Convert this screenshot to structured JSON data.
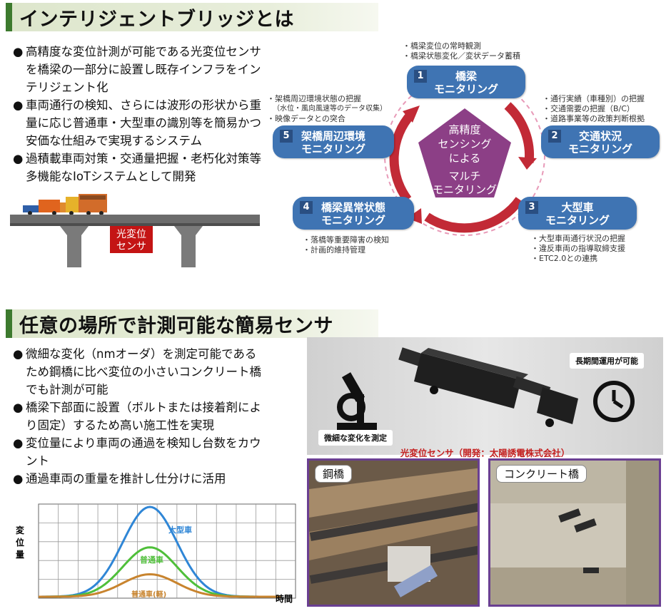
{
  "section1": {
    "title": "インテリジェントブリッジとは",
    "bullets": [
      "高精度な変位計測が可能である光変位センサを橋梁の一部分に設置し既存インフラをインテリジェント化",
      "車両通行の検知、さらには波形の形状から重量に応じ普通車・大型車の識別等を簡易かつ安価な仕組みで実現するシステム",
      "過積載車両対策・交通量把握・老朽化対策等多機能なIoTシステムとして開発"
    ],
    "bridge_label_line1": "光変位",
    "bridge_label_line2": "センサ"
  },
  "diagram": {
    "center_line1": "高精度",
    "center_line2": "センシング",
    "center_line3": "による",
    "center_line4": "マルチ",
    "center_line5": "モニタリング",
    "boxes": [
      {
        "num": "1",
        "line1": "橋梁",
        "line2": "モニタリング"
      },
      {
        "num": "2",
        "line1": "交通状況",
        "line2": "モニタリング"
      },
      {
        "num": "3",
        "line1": "大型車",
        "line2": "モニタリング"
      },
      {
        "num": "4",
        "line1": "橋梁異常状態",
        "line2": "モニタリング"
      },
      {
        "num": "5",
        "line1": "架橋周辺環境",
        "line2": "モニタリング"
      }
    ],
    "notes1": [
      "・橋梁変位の常時観測",
      "・橋梁状態変化／変状データ蓄積"
    ],
    "notes2": [
      "・通行実績（車種別）の把握",
      "・交通需要の把握（B/C）",
      "・道路事業等の政策判断根拠"
    ],
    "notes3": [
      "・大型車両通行状況の把握",
      "・違反車両の指導取締支援",
      "・ETC2.0との連携"
    ],
    "notes4": [
      "・落橋等重要障害の検知",
      "・計画的維持管理"
    ],
    "notes5": [
      "・架橋周辺環境状態の把握",
      "（水位・風向風速等のデータ収集）",
      "・映像データとの突合"
    ]
  },
  "section2": {
    "title": "任意の場所で計測可能な簡易センサ",
    "bullets": [
      "微細な変化（nmオーダ）を測定可能であるため鋼橋に比べ変位の小さいコンクリート橋でも計測が可能",
      "橋梁下部面に設置（ボルトまたは接着剤により固定）するため高い施工性を実現",
      "変位量により車両の通過を検知し台数をカウント",
      "通過車両の重量を推計し仕分けに活用"
    ]
  },
  "chart_data": {
    "type": "line",
    "xlabel": "時間",
    "ylabel": "変位量",
    "series": [
      {
        "name": "大型車",
        "color": "#2f86d6",
        "peak": 1.0
      },
      {
        "name": "普通車",
        "color": "#4fbf3a",
        "peak": 0.55
      },
      {
        "name": "普通車(軽)",
        "color": "#c8842e",
        "peak": 0.25
      }
    ]
  },
  "photo_panel": {
    "long_term_label": "長期間運用が可能",
    "micro_label": "微細な変化を測定",
    "sensor_caption": "光変位センサ（開発：太陽誘電株式会社）",
    "steel_label": "鋼橋",
    "concrete_label": "コンクリート橋"
  },
  "colors": {
    "box_blue": "#3f74b3",
    "center_purple": "#8c3f86",
    "arrow_red": "#c22a36",
    "header_green": "#3d7a2e"
  }
}
